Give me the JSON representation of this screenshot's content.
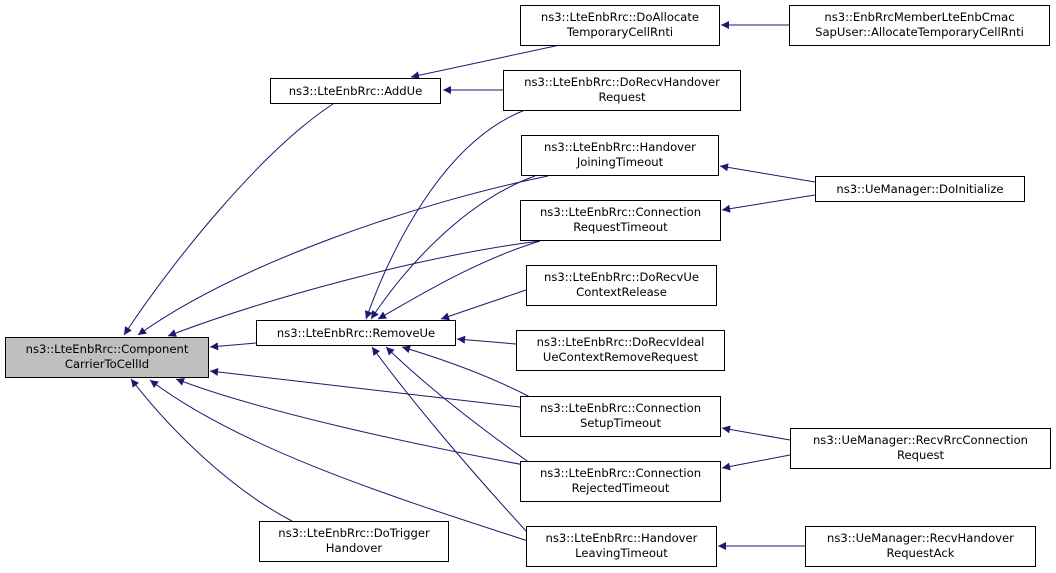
{
  "graph": {
    "nodes": [
      {
        "lines": [
          "ns3::LteEnbRrc::Component",
          "CarrierToCellId"
        ],
        "highlighted": true
      },
      {
        "lines": [
          "ns3::LteEnbRrc::AddUe"
        ]
      },
      {
        "lines": [
          "ns3::LteEnbRrc::RemoveUe"
        ]
      },
      {
        "lines": [
          "ns3::LteEnbRrc::DoTrigger",
          "Handover"
        ]
      },
      {
        "lines": [
          "ns3::LteEnbRrc::DoAllocate",
          "TemporaryCellRnti"
        ]
      },
      {
        "lines": [
          "ns3::LteEnbRrc::DoRecvHandover",
          "Request"
        ]
      },
      {
        "lines": [
          "ns3::LteEnbRrc::Handover",
          "JoiningTimeout"
        ]
      },
      {
        "lines": [
          "ns3::LteEnbRrc::Connection",
          "RequestTimeout"
        ]
      },
      {
        "lines": [
          "ns3::LteEnbRrc::DoRecvUe",
          "ContextRelease"
        ]
      },
      {
        "lines": [
          "ns3::LteEnbRrc::DoRecvIdeal",
          "UeContextRemoveRequest"
        ]
      },
      {
        "lines": [
          "ns3::LteEnbRrc::Connection",
          "SetupTimeout"
        ]
      },
      {
        "lines": [
          "ns3::LteEnbRrc::Connection",
          "RejectedTimeout"
        ]
      },
      {
        "lines": [
          "ns3::LteEnbRrc::Handover",
          "LeavingTimeout"
        ]
      },
      {
        "lines": [
          "ns3::EnbRrcMemberLteEnbCmac",
          "SapUser::AllocateTemporaryCellRnti"
        ]
      },
      {
        "lines": [
          "ns3::UeManager::DoInitialize"
        ]
      },
      {
        "lines": [
          "ns3::UeManager::RecvRrcConnection",
          "Request"
        ]
      },
      {
        "lines": [
          "ns3::UeManager::RecvHandover",
          "RequestAck"
        ]
      }
    ],
    "edges": [
      [
        1,
        0
      ],
      [
        2,
        0
      ],
      [
        3,
        0
      ],
      [
        6,
        0
      ],
      [
        7,
        0
      ],
      [
        10,
        0
      ],
      [
        11,
        0
      ],
      [
        12,
        0
      ],
      [
        4,
        1
      ],
      [
        5,
        1
      ],
      [
        5,
        2
      ],
      [
        6,
        2
      ],
      [
        7,
        2
      ],
      [
        8,
        2
      ],
      [
        9,
        2
      ],
      [
        10,
        2
      ],
      [
        11,
        2
      ],
      [
        12,
        2
      ],
      [
        13,
        4
      ],
      [
        14,
        6
      ],
      [
        14,
        7
      ],
      [
        15,
        10
      ],
      [
        15,
        11
      ],
      [
        16,
        12
      ]
    ]
  },
  "colors": {
    "edge": "#191970",
    "highlighted_fill": "#bfbfbf",
    "node_fill": "#ffffff",
    "node_border": "#000000"
  }
}
